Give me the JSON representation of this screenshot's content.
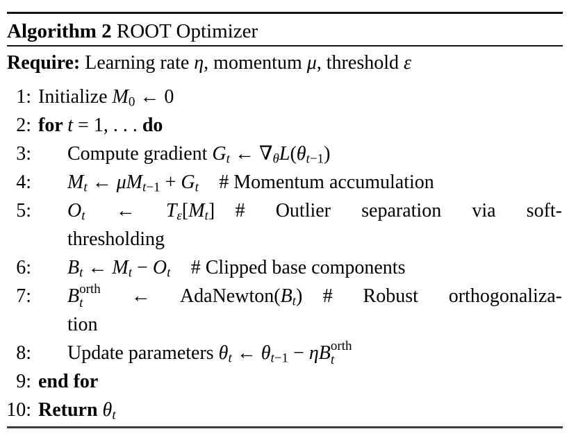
{
  "colors": {
    "background": "#ffffff",
    "text": "#000000",
    "rule_top": "#141414",
    "rule_mid": "#141414",
    "rule_bottom": "#3d3d3d"
  },
  "algorithm": {
    "title_segments": [
      {
        "t": "Algorithm 2",
        "s": "b"
      },
      {
        "t": " ROOT Optimizer",
        "s": "r"
      }
    ],
    "require_segments": [
      {
        "t": "Require:",
        "s": "b"
      },
      {
        "t": " Learning rate ",
        "s": "r"
      },
      {
        "t": "η",
        "s": "i"
      },
      {
        "t": ", momentum ",
        "s": "r"
      },
      {
        "t": "μ",
        "s": "i"
      },
      {
        "t": ", threshold ",
        "s": "r"
      },
      {
        "t": "ε",
        "s": "i"
      }
    ],
    "lines": [
      {
        "num": "1:",
        "indent": 0,
        "rows": [
          {
            "justify": false,
            "segs": [
              {
                "t": "Initialize ",
                "s": "r"
              },
              {
                "t": "M",
                "s": "i"
              },
              {
                "t": "0",
                "s": "subr"
              },
              {
                "t": " ← ",
                "s": "r"
              },
              {
                "t": "0",
                "s": "r"
              }
            ]
          }
        ]
      },
      {
        "num": "2:",
        "indent": 0,
        "rows": [
          {
            "justify": false,
            "segs": [
              {
                "t": "for ",
                "s": "b"
              },
              {
                "t": "t",
                "s": "i"
              },
              {
                "t": " = 1, . . . ",
                "s": "r"
              },
              {
                "t": "do",
                "s": "b"
              }
            ]
          }
        ]
      },
      {
        "num": "3:",
        "indent": 1,
        "rows": [
          {
            "justify": false,
            "segs": [
              {
                "t": "Compute gradient ",
                "s": "r"
              },
              {
                "t": "G",
                "s": "i"
              },
              {
                "t": "t",
                "s": "subi"
              },
              {
                "t": " ← ",
                "s": "r"
              },
              {
                "t": "∇",
                "s": "r"
              },
              {
                "t": "θ",
                "s": "subi"
              },
              {
                "t": "L",
                "s": "cal"
              },
              {
                "t": "(",
                "s": "r"
              },
              {
                "t": "θ",
                "s": "i"
              },
              {
                "t": "t",
                "s": "subi"
              },
              {
                "t": "−1",
                "s": "subr"
              },
              {
                "t": ")",
                "s": "r"
              }
            ]
          }
        ]
      },
      {
        "num": "4:",
        "indent": 1,
        "rows": [
          {
            "justify": false,
            "segs": [
              {
                "t": "M",
                "s": "i"
              },
              {
                "t": "t",
                "s": "subi"
              },
              {
                "t": " ← ",
                "s": "r"
              },
              {
                "t": "μM",
                "s": "i"
              },
              {
                "t": "t",
                "s": "subi"
              },
              {
                "t": "−1",
                "s": "subr"
              },
              {
                "t": " + ",
                "s": "r"
              },
              {
                "t": "G",
                "s": "i"
              },
              {
                "t": "t",
                "s": "subi"
              },
              {
                "t": "# Momentum accumulation",
                "s": "c"
              }
            ]
          }
        ]
      },
      {
        "num": "5:",
        "indent": 1,
        "rows": [
          {
            "justify": true,
            "segs": [
              {
                "t": "O",
                "s": "i"
              },
              {
                "t": "t",
                "s": "subi"
              },
              {
                "t": " ← ",
                "s": "r"
              },
              {
                "t": "T",
                "s": "cal"
              },
              {
                "t": "ε",
                "s": "subi"
              },
              {
                "t": "[",
                "s": "r"
              },
              {
                "t": "M",
                "s": "i"
              },
              {
                "t": "t",
                "s": "subi"
              },
              {
                "t": "]",
                "s": "r"
              },
              {
                "t": "# Outlier separation via soft-",
                "s": "c"
              }
            ]
          },
          {
            "justify": false,
            "segs": [
              {
                "t": "thresholding",
                "s": "r"
              }
            ]
          }
        ]
      },
      {
        "num": "6:",
        "indent": 1,
        "rows": [
          {
            "justify": false,
            "segs": [
              {
                "t": "B",
                "s": "i"
              },
              {
                "t": "t",
                "s": "subi"
              },
              {
                "t": " ← ",
                "s": "r"
              },
              {
                "t": "M",
                "s": "i"
              },
              {
                "t": "t",
                "s": "subi"
              },
              {
                "t": " − ",
                "s": "r"
              },
              {
                "t": "O",
                "s": "i"
              },
              {
                "t": "t",
                "s": "subi"
              },
              {
                "t": "# Clipped base components",
                "s": "c"
              }
            ]
          }
        ]
      },
      {
        "num": "7:",
        "indent": 1,
        "rows": [
          {
            "justify": true,
            "segs": [
              {
                "t": "B",
                "s": "i"
              },
              {
                "s": "ss",
                "sup": "orth",
                "sub": "t"
              },
              {
                "t": " ← ",
                "s": "r"
              },
              {
                "t": "AdaNewton(",
                "s": "r"
              },
              {
                "t": "B",
                "s": "i"
              },
              {
                "t": "t",
                "s": "subi"
              },
              {
                "t": ")",
                "s": "r"
              },
              {
                "t": "# Robust orthogonaliza-",
                "s": "c"
              }
            ]
          },
          {
            "justify": false,
            "segs": [
              {
                "t": "tion",
                "s": "r"
              }
            ]
          }
        ]
      },
      {
        "num": "8:",
        "indent": 1,
        "rows": [
          {
            "justify": false,
            "segs": [
              {
                "t": "Update parameters ",
                "s": "r"
              },
              {
                "t": "θ",
                "s": "i"
              },
              {
                "t": "t",
                "s": "subi"
              },
              {
                "t": " ← ",
                "s": "r"
              },
              {
                "t": "θ",
                "s": "i"
              },
              {
                "t": "t",
                "s": "subi"
              },
              {
                "t": "−1",
                "s": "subr"
              },
              {
                "t": " − ",
                "s": "r"
              },
              {
                "t": "ηB",
                "s": "i"
              },
              {
                "s": "ss",
                "sup": "orth",
                "sub": "t"
              }
            ]
          }
        ]
      },
      {
        "num": "9:",
        "indent": 0,
        "rows": [
          {
            "justify": false,
            "segs": [
              {
                "t": "end for",
                "s": "b"
              }
            ]
          }
        ]
      },
      {
        "num": "10:",
        "indent": 0,
        "rows": [
          {
            "justify": false,
            "segs": [
              {
                "t": "Return ",
                "s": "b"
              },
              {
                "t": "θ",
                "s": "i"
              },
              {
                "t": "t",
                "s": "subi"
              }
            ]
          }
        ]
      }
    ]
  }
}
